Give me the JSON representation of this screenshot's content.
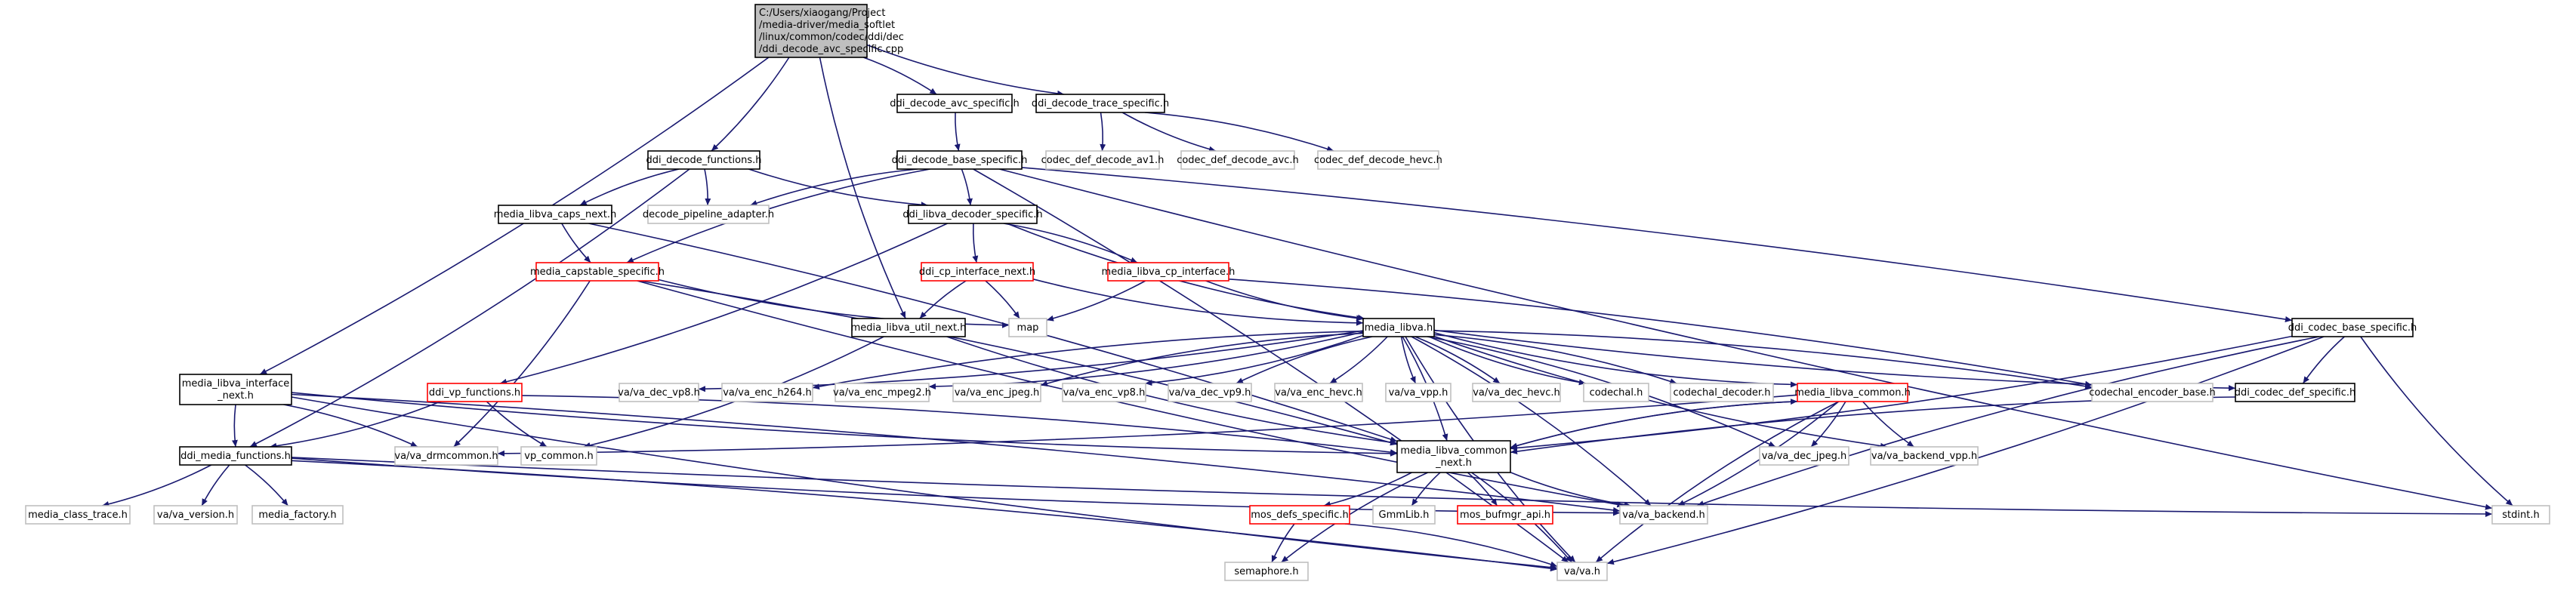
{
  "graph": {
    "title": "C:/Users/xiaogang/Project/media-driver/media_softlet/linux/common/codec/ddi/dec/ddi_decode_avc_specific.cpp",
    "nodes": [
      {
        "id": "root",
        "lines": [
          "C:/Users/xiaogang/Project",
          "/media-driver/media_softlet",
          "/linux/common/codec/ddi/dec",
          "/ddi_decode_avc_specific.cpp"
        ],
        "style": "root"
      },
      {
        "id": "ddi_decode_avc_specific_h",
        "lines": [
          "ddi_decode_avc_specific.h"
        ],
        "style": "normal"
      },
      {
        "id": "ddi_decode_trace_specific_h",
        "lines": [
          "ddi_decode_trace_specific.h"
        ],
        "style": "normal"
      },
      {
        "id": "ddi_decode_functions_h",
        "lines": [
          "ddi_decode_functions.h"
        ],
        "style": "normal"
      },
      {
        "id": "ddi_decode_base_specific_h",
        "lines": [
          "ddi_decode_base_specific.h"
        ],
        "style": "normal"
      },
      {
        "id": "codec_def_decode_av1_h",
        "lines": [
          "codec_def_decode_av1.h"
        ],
        "style": "missing"
      },
      {
        "id": "codec_def_decode_avc_h",
        "lines": [
          "codec_def_decode_avc.h"
        ],
        "style": "missing"
      },
      {
        "id": "codec_def_decode_hevc_h",
        "lines": [
          "codec_def_decode_hevc.h"
        ],
        "style": "missing"
      },
      {
        "id": "media_libva_caps_next_h",
        "lines": [
          "media_libva_caps_next.h"
        ],
        "style": "normal"
      },
      {
        "id": "decode_pipeline_adapter_h",
        "lines": [
          "decode_pipeline_adapter.h"
        ],
        "style": "missing"
      },
      {
        "id": "ddi_libva_decoder_specific_h",
        "lines": [
          "ddi_libva_decoder_specific.h"
        ],
        "style": "normal"
      },
      {
        "id": "media_capstable_specific_h",
        "lines": [
          "media_capstable_specific.h"
        ],
        "style": "red"
      },
      {
        "id": "ddi_cp_interface_next_h",
        "lines": [
          "ddi_cp_interface_next.h"
        ],
        "style": "red"
      },
      {
        "id": "media_libva_cp_interface_h",
        "lines": [
          "media_libva_cp_interface.h"
        ],
        "style": "red"
      },
      {
        "id": "ddi_codec_base_specific_h",
        "lines": [
          "ddi_codec_base_specific.h"
        ],
        "style": "normal"
      },
      {
        "id": "map",
        "lines": [
          "map"
        ],
        "style": "missing"
      },
      {
        "id": "media_libva_util_next_h",
        "lines": [
          "media_libva_util_next.h"
        ],
        "style": "normal"
      },
      {
        "id": "media_libva_h",
        "lines": [
          "media_libva.h"
        ],
        "style": "normal"
      },
      {
        "id": "media_libva_interface_next_h",
        "lines": [
          "media_libva_interface",
          "_next.h"
        ],
        "style": "normal"
      },
      {
        "id": "ddi_vp_functions_h",
        "lines": [
          "ddi_vp_functions.h"
        ],
        "style": "red"
      },
      {
        "id": "va_dec_vp8_h",
        "lines": [
          "va/va_dec_vp8.h"
        ],
        "style": "missing"
      },
      {
        "id": "va_enc_h264_h",
        "lines": [
          "va/va_enc_h264.h"
        ],
        "style": "missing"
      },
      {
        "id": "va_enc_mpeg2_h",
        "lines": [
          "va/va_enc_mpeg2.h"
        ],
        "style": "missing"
      },
      {
        "id": "va_enc_jpeg_h",
        "lines": [
          "va/va_enc_jpeg.h"
        ],
        "style": "missing"
      },
      {
        "id": "va_enc_vp8_h",
        "lines": [
          "va/va_enc_vp8.h"
        ],
        "style": "missing"
      },
      {
        "id": "va_dec_vp9_h",
        "lines": [
          "va/va_dec_vp9.h"
        ],
        "style": "missing"
      },
      {
        "id": "va_enc_hevc_h",
        "lines": [
          "va/va_enc_hevc.h"
        ],
        "style": "missing"
      },
      {
        "id": "va_vpp_h",
        "lines": [
          "va/va_vpp.h"
        ],
        "style": "missing"
      },
      {
        "id": "va_dec_hevc_h",
        "lines": [
          "va/va_dec_hevc.h"
        ],
        "style": "missing"
      },
      {
        "id": "codechal_h",
        "lines": [
          "codechal.h"
        ],
        "style": "missing"
      },
      {
        "id": "codechal_decoder_h",
        "lines": [
          "codechal_decoder.h"
        ],
        "style": "missing"
      },
      {
        "id": "media_libva_common_h",
        "lines": [
          "media_libva_common.h"
        ],
        "style": "red"
      },
      {
        "id": "codechal_encoder_base_h",
        "lines": [
          "codechal_encoder_base.h"
        ],
        "style": "missing"
      },
      {
        "id": "ddi_codec_def_specific_h",
        "lines": [
          "ddi_codec_def_specific.h"
        ],
        "style": "normal"
      },
      {
        "id": "ddi_media_functions_h",
        "lines": [
          "ddi_media_functions.h"
        ],
        "style": "normal"
      },
      {
        "id": "va_drmcommon_h",
        "lines": [
          "va/va_drmcommon.h"
        ],
        "style": "missing"
      },
      {
        "id": "vp_common_h",
        "lines": [
          "vp_common.h"
        ],
        "style": "missing"
      },
      {
        "id": "media_libva_common_next_h",
        "lines": [
          "media_libva_common",
          "_next.h"
        ],
        "style": "normal"
      },
      {
        "id": "va_dec_jpeg_h",
        "lines": [
          "va/va_dec_jpeg.h"
        ],
        "style": "missing"
      },
      {
        "id": "va_backend_vpp_h",
        "lines": [
          "va/va_backend_vpp.h"
        ],
        "style": "missing"
      },
      {
        "id": "media_class_trace_h",
        "lines": [
          "media_class_trace.h"
        ],
        "style": "missing"
      },
      {
        "id": "va_version_h",
        "lines": [
          "va/va_version.h"
        ],
        "style": "missing"
      },
      {
        "id": "media_factory_h",
        "lines": [
          "media_factory.h"
        ],
        "style": "missing"
      },
      {
        "id": "mos_defs_specific_h",
        "lines": [
          "mos_defs_specific.h"
        ],
        "style": "red"
      },
      {
        "id": "GmmLib_h",
        "lines": [
          "GmmLib.h"
        ],
        "style": "missing"
      },
      {
        "id": "mos_bufmgr_api_h",
        "lines": [
          "mos_bufmgr_api.h"
        ],
        "style": "red"
      },
      {
        "id": "va_backend_h",
        "lines": [
          "va/va_backend.h"
        ],
        "style": "missing"
      },
      {
        "id": "stdint_h",
        "lines": [
          "stdint.h"
        ],
        "style": "missing"
      },
      {
        "id": "semaphore_h",
        "lines": [
          "semaphore.h"
        ],
        "style": "missing"
      },
      {
        "id": "va_va_h",
        "lines": [
          "va/va.h"
        ],
        "style": "missing"
      }
    ],
    "edges": [
      [
        "root",
        "ddi_decode_avc_specific_h"
      ],
      [
        "root",
        "ddi_decode_trace_specific_h"
      ],
      [
        "root",
        "ddi_decode_functions_h"
      ],
      [
        "root",
        "media_libva_util_next_h"
      ],
      [
        "root",
        "media_libva_interface_next_h"
      ],
      [
        "ddi_decode_avc_specific_h",
        "ddi_decode_base_specific_h"
      ],
      [
        "ddi_decode_trace_specific_h",
        "codec_def_decode_av1_h"
      ],
      [
        "ddi_decode_trace_specific_h",
        "codec_def_decode_avc_h"
      ],
      [
        "ddi_decode_trace_specific_h",
        "codec_def_decode_hevc_h"
      ],
      [
        "ddi_decode_functions_h",
        "media_libva_caps_next_h"
      ],
      [
        "ddi_decode_functions_h",
        "decode_pipeline_adapter_h"
      ],
      [
        "ddi_decode_functions_h",
        "ddi_libva_decoder_specific_h"
      ],
      [
        "ddi_decode_functions_h",
        "ddi_media_functions_h"
      ],
      [
        "ddi_decode_base_specific_h",
        "decode_pipeline_adapter_h"
      ],
      [
        "ddi_decode_base_specific_h",
        "ddi_libva_decoder_specific_h"
      ],
      [
        "ddi_decode_base_specific_h",
        "media_capstable_specific_h"
      ],
      [
        "ddi_decode_base_specific_h",
        "ddi_codec_base_specific_h"
      ],
      [
        "ddi_decode_base_specific_h",
        "stdint_h"
      ],
      [
        "ddi_decode_base_specific_h",
        "va_va_h"
      ],
      [
        "media_libva_caps_next_h",
        "media_capstable_specific_h"
      ],
      [
        "media_libva_caps_next_h",
        "media_libva_common_next_h"
      ],
      [
        "ddi_libva_decoder_specific_h",
        "ddi_cp_interface_next_h"
      ],
      [
        "ddi_libva_decoder_specific_h",
        "media_libva_cp_interface_h"
      ],
      [
        "ddi_libva_decoder_specific_h",
        "media_libva_h"
      ],
      [
        "ddi_libva_decoder_specific_h",
        "ddi_vp_functions_h"
      ],
      [
        "media_capstable_specific_h",
        "map"
      ],
      [
        "media_capstable_specific_h",
        "va_drmcommon_h"
      ],
      [
        "media_capstable_specific_h",
        "va_backend_h"
      ],
      [
        "media_capstable_specific_h",
        "media_libva_common_next_h"
      ],
      [
        "ddi_cp_interface_next_h",
        "media_libva_util_next_h"
      ],
      [
        "ddi_cp_interface_next_h",
        "map"
      ],
      [
        "ddi_cp_interface_next_h",
        "media_libva_h"
      ],
      [
        "media_libva_cp_interface_h",
        "map"
      ],
      [
        "media_libva_cp_interface_h",
        "media_libva_h"
      ],
      [
        "media_libva_cp_interface_h",
        "codechal_encoder_base_h"
      ],
      [
        "ddi_codec_base_specific_h",
        "ddi_codec_def_specific_h"
      ],
      [
        "ddi_codec_base_specific_h",
        "media_libva_common_next_h"
      ],
      [
        "ddi_codec_base_specific_h",
        "va_backend_h"
      ],
      [
        "ddi_codec_base_specific_h",
        "va_va_h"
      ],
      [
        "ddi_codec_base_specific_h",
        "stdint_h"
      ],
      [
        "media_libva_util_next_h",
        "vp_common_h"
      ],
      [
        "media_libva_util_next_h",
        "media_libva_common_next_h"
      ],
      [
        "media_libva_h",
        "va_dec_vp8_h"
      ],
      [
        "media_libva_h",
        "va_enc_h264_h"
      ],
      [
        "media_libva_h",
        "va_enc_mpeg2_h"
      ],
      [
        "media_libva_h",
        "va_enc_jpeg_h"
      ],
      [
        "media_libva_h",
        "va_enc_vp8_h"
      ],
      [
        "media_libva_h",
        "va_dec_vp9_h"
      ],
      [
        "media_libva_h",
        "va_enc_hevc_h"
      ],
      [
        "media_libva_h",
        "va_vpp_h"
      ],
      [
        "media_libva_h",
        "va_dec_hevc_h"
      ],
      [
        "media_libva_h",
        "codechal_h"
      ],
      [
        "media_libva_h",
        "codechal_decoder_h"
      ],
      [
        "media_libva_h",
        "media_libva_common_h"
      ],
      [
        "media_libva_h",
        "codechal_encoder_base_h"
      ],
      [
        "media_libva_h",
        "ddi_codec_def_specific_h"
      ],
      [
        "media_libva_h",
        "va_dec_jpeg_h"
      ],
      [
        "media_libva_h",
        "va_backend_vpp_h"
      ],
      [
        "media_libva_h",
        "va_backend_h"
      ],
      [
        "media_libva_h",
        "va_va_h"
      ],
      [
        "media_libva_h",
        "media_libva_common_next_h"
      ],
      [
        "media_libva_interface_next_h",
        "ddi_media_functions_h"
      ],
      [
        "media_libva_interface_next_h",
        "va_drmcommon_h"
      ],
      [
        "media_libva_interface_next_h",
        "media_libva_common_next_h"
      ],
      [
        "media_libva_interface_next_h",
        "va_backend_h"
      ],
      [
        "media_libva_interface_next_h",
        "va_va_h"
      ],
      [
        "ddi_vp_functions_h",
        "ddi_media_functions_h"
      ],
      [
        "ddi_vp_functions_h",
        "vp_common_h"
      ],
      [
        "ddi_vp_functions_h",
        "media_libva_common_next_h"
      ],
      [
        "media_libva_common_h",
        "media_libva_common_next_h"
      ],
      [
        "media_libva_common_h",
        "va_dec_jpeg_h"
      ],
      [
        "media_libva_common_h",
        "va_backend_vpp_h"
      ],
      [
        "media_libva_common_h",
        "va_backend_h"
      ],
      [
        "media_libva_common_h",
        "va_va_h"
      ],
      [
        "media_libva_common_h",
        "va_drmcommon_h"
      ],
      [
        "ddi_codec_def_specific_h",
        "media_libva_common_next_h"
      ],
      [
        "ddi_media_functions_h",
        "media_class_trace_h"
      ],
      [
        "ddi_media_functions_h",
        "va_version_h"
      ],
      [
        "ddi_media_functions_h",
        "media_factory_h"
      ],
      [
        "ddi_media_functions_h",
        "va_backend_h"
      ],
      [
        "ddi_media_functions_h",
        "va_va_h"
      ],
      [
        "ddi_media_functions_h",
        "stdint_h"
      ],
      [
        "media_libva_common_next_h",
        "mos_defs_specific_h"
      ],
      [
        "media_libva_common_next_h",
        "GmmLib_h"
      ],
      [
        "media_libva_common_next_h",
        "mos_bufmgr_api_h"
      ],
      [
        "media_libva_common_next_h",
        "va_backend_h"
      ],
      [
        "media_libva_common_next_h",
        "va_va_h"
      ],
      [
        "media_libva_common_next_h",
        "semaphore_h"
      ],
      [
        "media_libva_common_next_h",
        "media_libva_common_h"
      ],
      [
        "mos_defs_specific_h",
        "semaphore_h"
      ],
      [
        "mos_defs_specific_h",
        "va_va_h"
      ]
    ]
  },
  "colors": {
    "edge": "#191970",
    "node_border": "#000000",
    "missing_border": "#bfbfbf",
    "red_border": "#ff0000",
    "root_fill": "#bfbfbf",
    "text": "#000000",
    "missing_text": "#555555"
  }
}
